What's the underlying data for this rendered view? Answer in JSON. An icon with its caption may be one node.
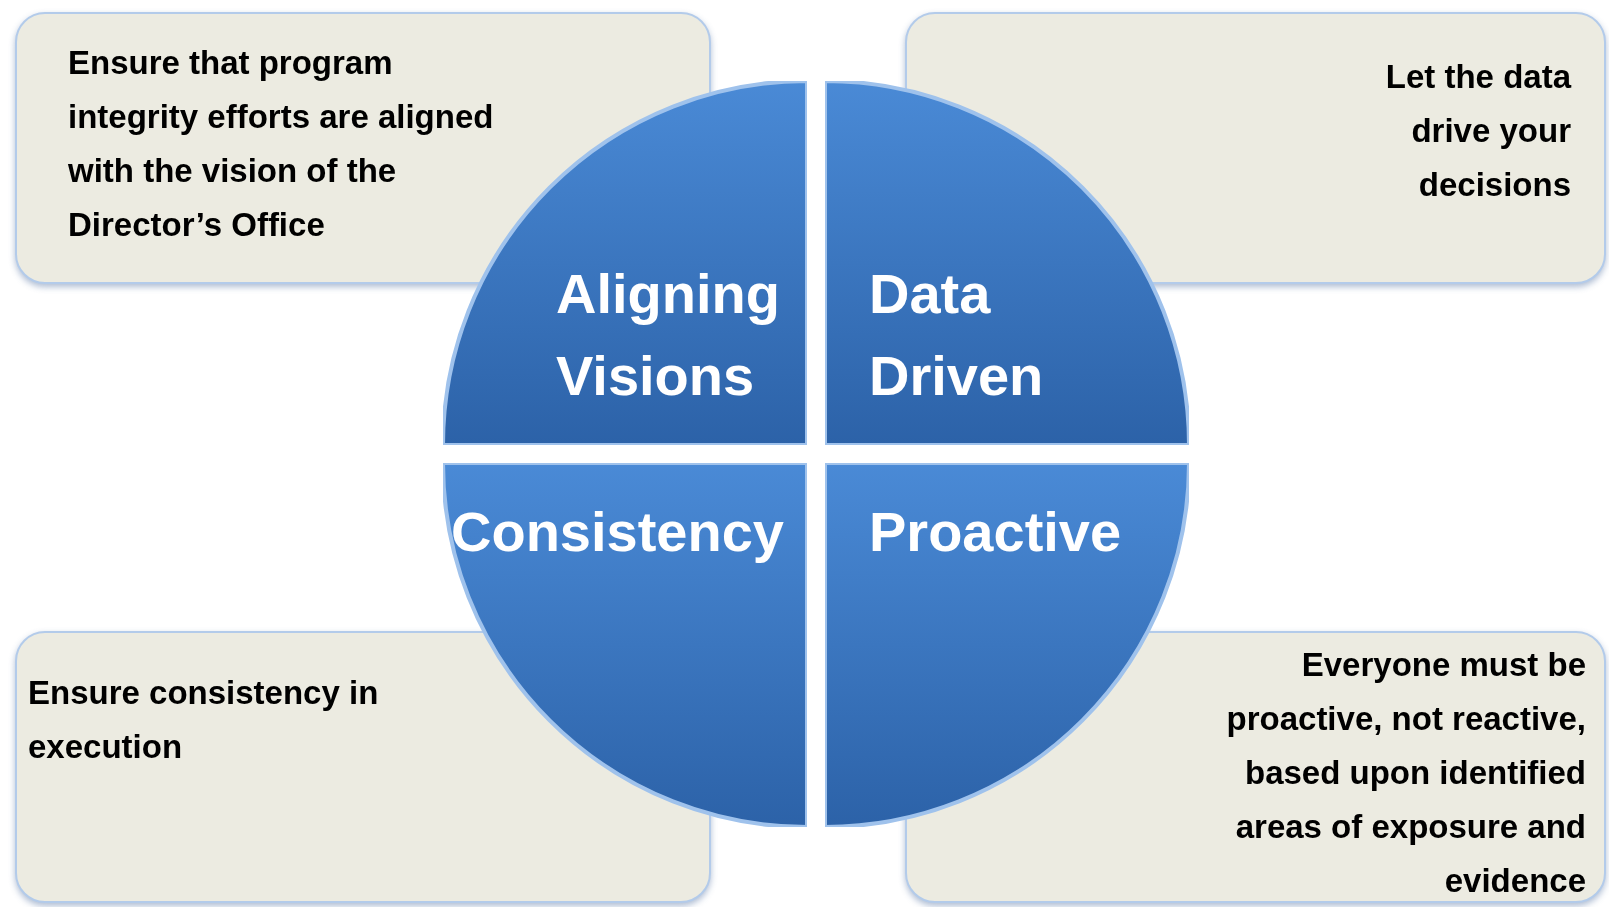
{
  "diagram": {
    "nodes": [
      {
        "text": [
          "Ensure that program integrity efforts are aligned with the vision of the Director’s Office"
        ]
      },
      {
        "text": [
          "Let the data drive your decisions"
        ]
      },
      {
        "text": [
          "Aligning Visions"
        ]
      },
      {
        "text": [
          "Data Driven"
        ]
      },
      {
        "text": [
          "Consistency"
        ]
      },
      {
        "text": [
          "Proactive"
        ]
      },
      {
        "text": [
          "Ensure consistency in execution"
        ]
      },
      {
        "text": [
          "Everyone must be proactive, not reactive, based upon identified areas of exposure and evidence"
        ]
      }
    ]
  }
}
